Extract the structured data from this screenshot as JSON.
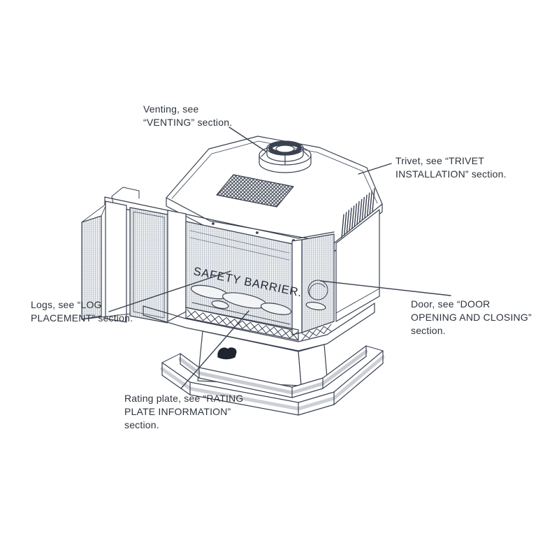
{
  "page": {
    "background": "#ffffff"
  },
  "drawing": {
    "line_color": "#3a4150",
    "screen_label": "SAFETY BARRIER.",
    "labels": {
      "venting": {
        "lines": [
          "Venting, see",
          "“VENTING” section."
        ]
      },
      "trivet": {
        "lines": [
          "Trivet, see “TRIVET",
          "INSTALLATION” section."
        ]
      },
      "logs": {
        "lines": [
          "Logs, see “LOG",
          "PLACEMENT” section."
        ]
      },
      "door": {
        "lines": [
          "Door, see “DOOR",
          "OPENING AND CLOSING”",
          "section."
        ]
      },
      "rating_plate": {
        "lines": [
          "Rating plate, see “RATING",
          "PLATE INFORMATION”",
          "section."
        ]
      }
    }
  }
}
